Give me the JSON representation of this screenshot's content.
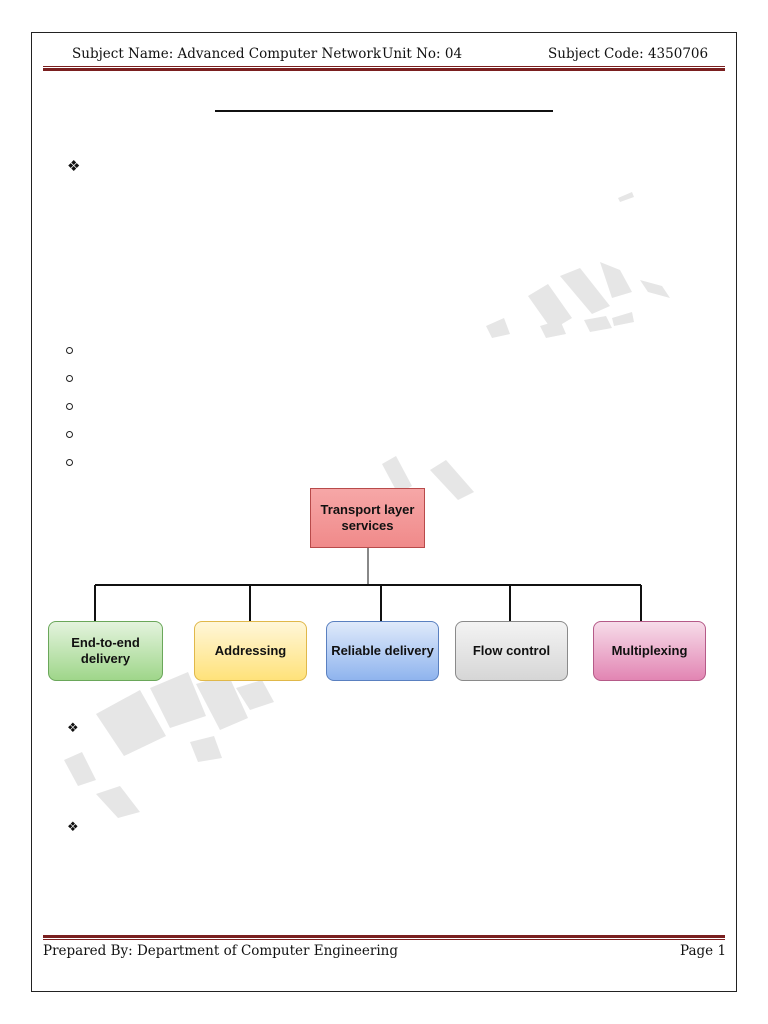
{
  "header": {
    "subject_name": "Subject Name: Advanced Computer Network",
    "unit_no": "Unit No: 04",
    "subject_code": "Subject Code: 4350706"
  },
  "diagram": {
    "root": {
      "label": "Transport layer services",
      "fill": "#f08a8a",
      "border": "#b84a4a"
    },
    "children": [
      {
        "label": "End-to-end delivery",
        "fill": "#9fd68a",
        "border": "#6aa75a"
      },
      {
        "label": "Addressing",
        "fill": "#ffe27a",
        "border": "#e0b84a"
      },
      {
        "label": "Reliable delivery",
        "fill": "#8fb4ee",
        "border": "#5a80c0"
      },
      {
        "label": "Flow control",
        "fill": "#d6d6d6",
        "border": "#8a8a8a"
      },
      {
        "label": "Multiplexing",
        "fill": "#e285b3",
        "border": "#b55a88"
      }
    ]
  },
  "footer": {
    "prepared_by": "Prepared By: Department of Computer Engineering",
    "page": "Page 1"
  },
  "colors": {
    "header_rule": "#7a1f1f",
    "watermark": "#e4e4e4"
  }
}
